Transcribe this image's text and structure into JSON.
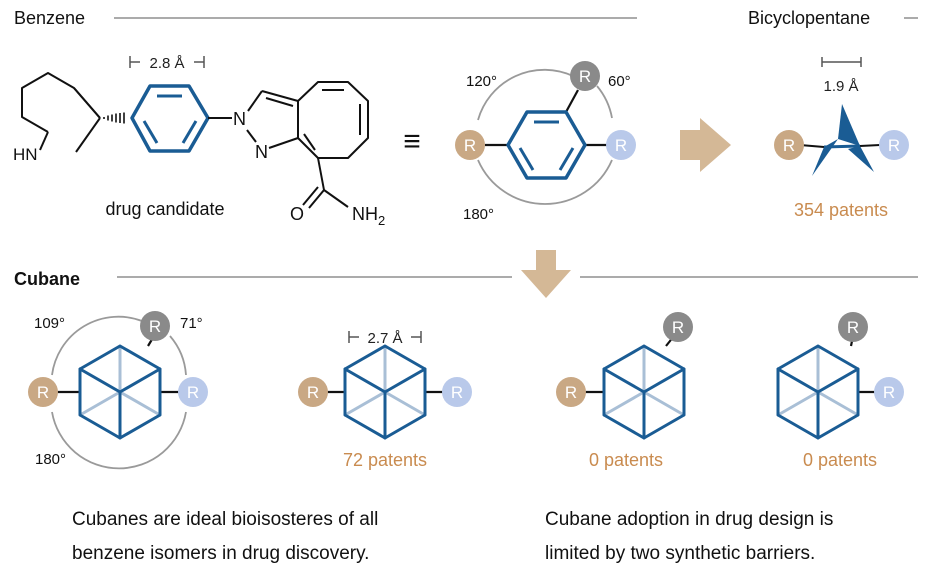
{
  "colors": {
    "benzene_blue": "#1a5c94",
    "cubane_light_edge": "#a9bfd6",
    "tan": "#c9a884",
    "gray": "#8a8a8a",
    "light_blue": "#b9c9ea",
    "patent_orange": "#c98b4f",
    "arrow": "#d4b896",
    "rule_line": "#8f8f8f"
  },
  "top": {
    "benzene_title": "Benzene",
    "bcp_title": "Bicyclopentane",
    "distance_benzene": "2.8 Å",
    "distance_bcp": "1.9 Å",
    "molecule_hn": "HN",
    "molecule_n1": "N",
    "molecule_n2": "N",
    "molecule_o": "O",
    "molecule_nh": "NH",
    "molecule_nh_sub": "2",
    "drug_label": "drug candidate",
    "equiv_symbol": "≡",
    "angle_120": "120°",
    "angle_60": "60°",
    "angle_180": "180°",
    "r_label": "R",
    "bcp_patents": "354 patents"
  },
  "cubane": {
    "title": "Cubane",
    "angle_109": "109°",
    "angle_71": "71°",
    "angle_180": "180°",
    "distance": "2.7 Å",
    "r_label": "R",
    "patents_para": "72 patents",
    "patents_meta": "0 patents",
    "patents_ortho": "0 patents"
  },
  "captions": {
    "left_line1": "Cubanes are ideal bioisosteres of all",
    "left_line2": "benzene isomers in drug discovery.",
    "right_line1": "Cubane adoption in drug design is",
    "right_line2": "limited by two synthetic barriers."
  }
}
